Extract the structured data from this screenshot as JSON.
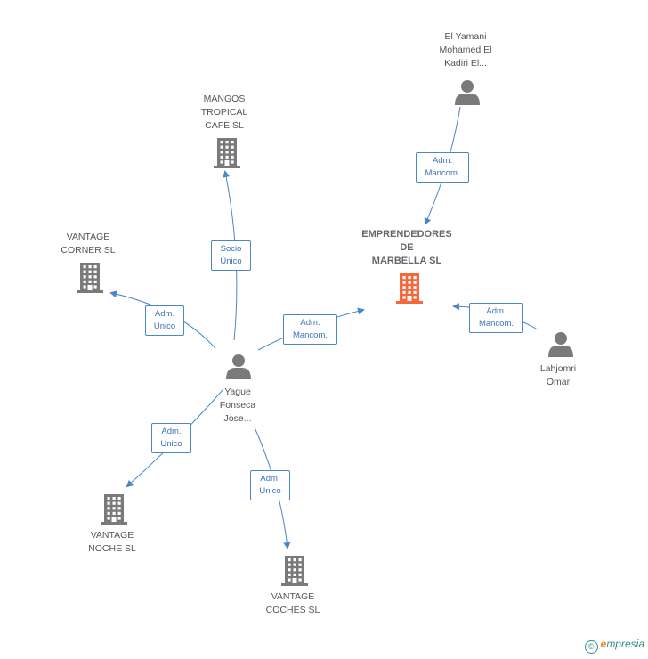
{
  "nodes": {
    "emprendedores": {
      "lines": [
        "EMPRENDEDORES",
        "DE",
        "MARBELLA SL"
      ],
      "type": "company",
      "color": "#f4683c"
    },
    "mangos": {
      "lines": [
        "MANGOS",
        "TROPICAL",
        "CAFE SL"
      ],
      "type": "company"
    },
    "vantage_corner": {
      "lines": [
        "VANTAGE",
        "CORNER SL"
      ],
      "type": "company"
    },
    "vantage_noche": {
      "lines": [
        "VANTAGE",
        "NOCHE SL"
      ],
      "type": "company"
    },
    "vantage_coches": {
      "lines": [
        "VANTAGE",
        "COCHES SL"
      ],
      "type": "company"
    },
    "el_yamani": {
      "lines": [
        "El Yamani",
        "Mohamed El",
        "Kadiri El..."
      ],
      "type": "person"
    },
    "yague": {
      "lines": [
        "Yague",
        "Fonseca",
        "Jose..."
      ],
      "type": "person"
    },
    "lahjomri": {
      "lines": [
        "Lahjomri",
        "Omar"
      ],
      "type": "person"
    }
  },
  "relations": {
    "yamani_emp": [
      "Adm.",
      "Mancom."
    ],
    "yague_emp": [
      "Adm.",
      "Mancom."
    ],
    "lahjomri_emp": [
      "Adm.",
      "Mancom."
    ],
    "yague_mangos": [
      "Socio",
      "Único"
    ],
    "yague_corner": [
      "Adm.",
      "Unico"
    ],
    "yague_noche": [
      "Adm.",
      "Unico"
    ],
    "yague_coches": [
      "Adm.",
      "Unico"
    ]
  },
  "colors": {
    "edge": "#4a86c8",
    "icon": "#7a7a7a",
    "highlight": "#f4683c"
  },
  "footer": {
    "copyright": "©",
    "brand_first": "e",
    "brand_rest": "mpresia"
  }
}
